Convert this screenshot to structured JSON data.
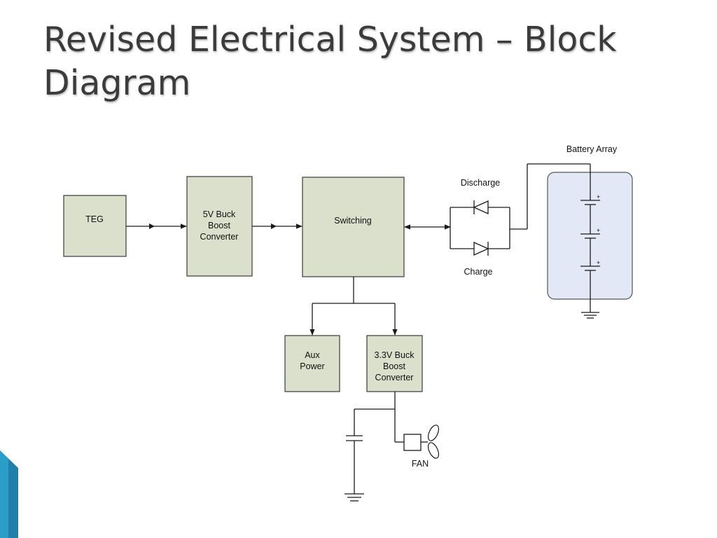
{
  "slide": {
    "title_line1": "Revised Electrical System – Block",
    "title_line2": "Diagram"
  },
  "diagram": {
    "blocks": {
      "teg": "TEG",
      "buck_5v": [
        "5V Buck",
        "Boost",
        "Converter"
      ],
      "switching": "Switching",
      "aux_power": [
        "Aux",
        "Power"
      ],
      "buck_3v3": [
        "3.3V Buck",
        "Boost",
        "Converter"
      ]
    },
    "labels": {
      "discharge": "Discharge",
      "charge": "Charge",
      "battery_array": "Battery Array",
      "fan": "FAN"
    },
    "battery_cell_count": 3
  },
  "colors": {
    "block_fill": "#dbe0cc",
    "battery_panel_fill": "#e2e8f5",
    "title_text": "#3b3b3b",
    "accent": "#1f7fa8"
  },
  "icons": [
    "diode-icon",
    "battery-cell-icon",
    "ground-icon",
    "capacitor-icon",
    "fan-icon",
    "arrow-icon"
  ]
}
